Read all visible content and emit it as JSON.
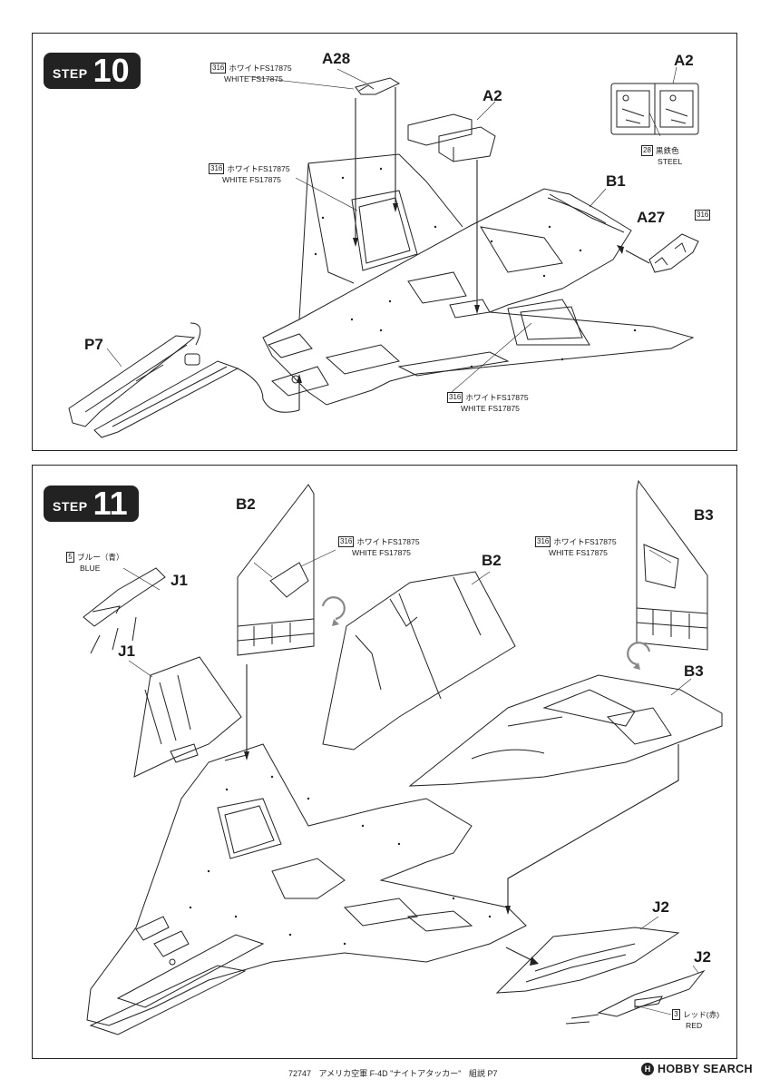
{
  "step10": {
    "badge_word": "STEP",
    "badge_number": "10",
    "labels": {
      "a28": "A28",
      "a2_main": "A2",
      "a2_inset": "A2",
      "b1": "B1",
      "a27": "A27",
      "p7": "P7"
    },
    "notes": {
      "white1": {
        "num": "316",
        "jp": "ホワイトFS17875",
        "en": "WHITE FS17875"
      },
      "white2": {
        "num": "316",
        "jp": "ホワイトFS17875",
        "en": "WHITE FS17875"
      },
      "white3": {
        "num": "316",
        "jp": "ホワイトFS17875",
        "en": "WHITE FS17875"
      },
      "a27_color": {
        "num": "316"
      },
      "steel": {
        "num": "28",
        "jp": "黒鉄色",
        "en": "STEEL"
      }
    }
  },
  "step11": {
    "badge_word": "STEP",
    "badge_number": "11",
    "labels": {
      "b2_upper": "B2",
      "b2_main": "B2",
      "b3_upper": "B3",
      "b3_main": "B3",
      "j1_upper": "J1",
      "j1_main": "J1",
      "j2_main": "J2",
      "j2_detail": "J2"
    },
    "notes": {
      "blue": {
        "num": "5",
        "jp": "ブルー（青）",
        "en": "BLUE"
      },
      "white_b2": {
        "num": "316",
        "jp": "ホワイトFS17875",
        "en": "WHITE FS17875"
      },
      "white_b3": {
        "num": "316",
        "jp": "ホワイトFS17875",
        "en": "WHITE FS17875"
      },
      "red": {
        "num": "3",
        "jp": "レッド(赤)",
        "en": "RED"
      }
    }
  },
  "footer": {
    "code": "72747",
    "title": "アメリカ空軍 F-4D \"ナイトアタッカー\"",
    "section": "組説 P7"
  },
  "logo": {
    "mark": "H",
    "text": "HOBBY SEARCH"
  }
}
